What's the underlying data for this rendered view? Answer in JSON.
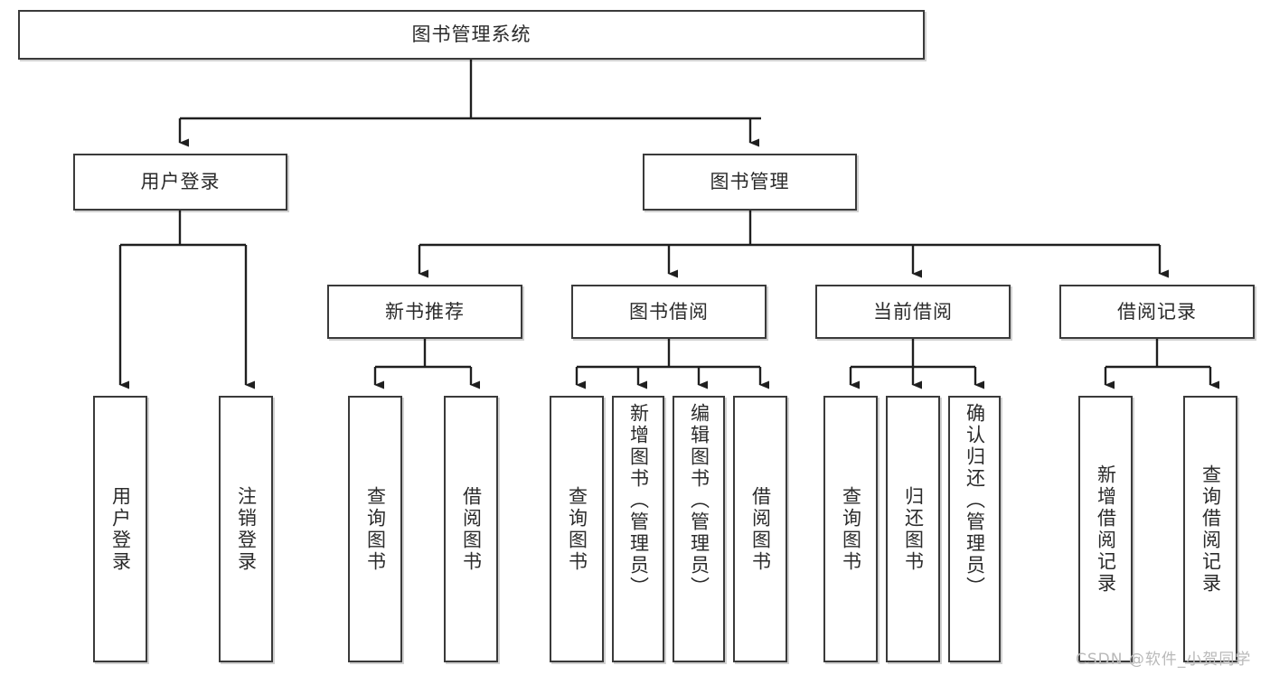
{
  "diagram": {
    "title": "图书管理系统",
    "type": "tree-hierarchy-functional-structure",
    "root": {
      "id": "root",
      "label": "图书管理系统"
    },
    "level2": [
      {
        "id": "user-login",
        "label": "用户登录"
      },
      {
        "id": "book-manage",
        "label": "图书管理"
      }
    ],
    "level3": [
      {
        "id": "new-book-recommend",
        "label": "新书推荐",
        "parent": "book-manage"
      },
      {
        "id": "book-borrow",
        "label": "图书借阅",
        "parent": "book-manage"
      },
      {
        "id": "current-borrow",
        "label": "当前借阅",
        "parent": "book-manage"
      },
      {
        "id": "borrow-record",
        "label": "借阅记录",
        "parent": "book-manage"
      }
    ],
    "leaves": {
      "user_login": [
        {
          "id": "leaf-user-login",
          "label": "用户登录"
        },
        {
          "id": "leaf-user-logout",
          "label": "注销登录"
        }
      ],
      "new_book_recommend": [
        {
          "id": "leaf-query-book-1",
          "label": "查询图书"
        },
        {
          "id": "leaf-borrow-book-1",
          "label": "借阅图书"
        }
      ],
      "book_borrow": [
        {
          "id": "leaf-query-book-2",
          "label": "查询图书"
        },
        {
          "id": "leaf-add-book",
          "label": "新增图书（管理员）"
        },
        {
          "id": "leaf-edit-book",
          "label": "编辑图书（管理员）"
        },
        {
          "id": "leaf-borrow-book-2",
          "label": "借阅图书"
        }
      ],
      "current_borrow": [
        {
          "id": "leaf-query-book-3",
          "label": "查询图书"
        },
        {
          "id": "leaf-return-book",
          "label": "归还图书"
        },
        {
          "id": "leaf-confirm-return",
          "label": "确认归还（管理员）"
        }
      ],
      "borrow_record": [
        {
          "id": "leaf-add-record",
          "label": "新增借阅记录"
        },
        {
          "id": "leaf-query-record",
          "label": "查询借阅记录"
        }
      ]
    }
  },
  "watermark": {
    "text": "CSDN @软件_小贺同学"
  },
  "colors": {
    "box_border": "#3a3a3a",
    "box_fill": "#ffffff",
    "line": "#1f1f1f",
    "text": "#2b2b2b",
    "watermark": "#b9b9b9",
    "background": "#ffffff"
  }
}
